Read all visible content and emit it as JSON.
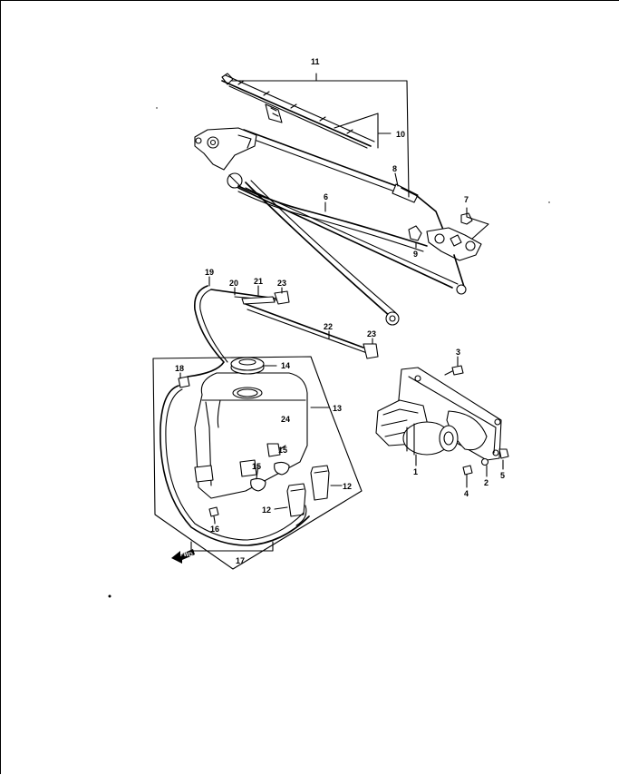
{
  "diagram": {
    "callouts": [
      {
        "id": "c11",
        "text": "11"
      },
      {
        "id": "c10",
        "text": "10"
      },
      {
        "id": "c8",
        "text": "8"
      },
      {
        "id": "c6",
        "text": "6"
      },
      {
        "id": "c7",
        "text": "7"
      },
      {
        "id": "c9",
        "text": "9"
      },
      {
        "id": "c19",
        "text": "19"
      },
      {
        "id": "c20",
        "text": "20"
      },
      {
        "id": "c21",
        "text": "21"
      },
      {
        "id": "c23a",
        "text": "23"
      },
      {
        "id": "c22",
        "text": "22"
      },
      {
        "id": "c23b",
        "text": "23"
      },
      {
        "id": "c18",
        "text": "18"
      },
      {
        "id": "c14",
        "text": "14"
      },
      {
        "id": "c13",
        "text": "13"
      },
      {
        "id": "c24",
        "text": "24"
      },
      {
        "id": "c15a",
        "text": "15"
      },
      {
        "id": "c15b",
        "text": "15"
      },
      {
        "id": "c12a",
        "text": "12"
      },
      {
        "id": "c12b",
        "text": "12"
      },
      {
        "id": "c16",
        "text": "16"
      },
      {
        "id": "c17",
        "text": "17"
      },
      {
        "id": "c3",
        "text": "3"
      },
      {
        "id": "c1",
        "text": "1"
      },
      {
        "id": "c4",
        "text": "4"
      },
      {
        "id": "c2",
        "text": "2"
      },
      {
        "id": "c5",
        "text": "5"
      }
    ],
    "front_arrow": "FWD"
  }
}
